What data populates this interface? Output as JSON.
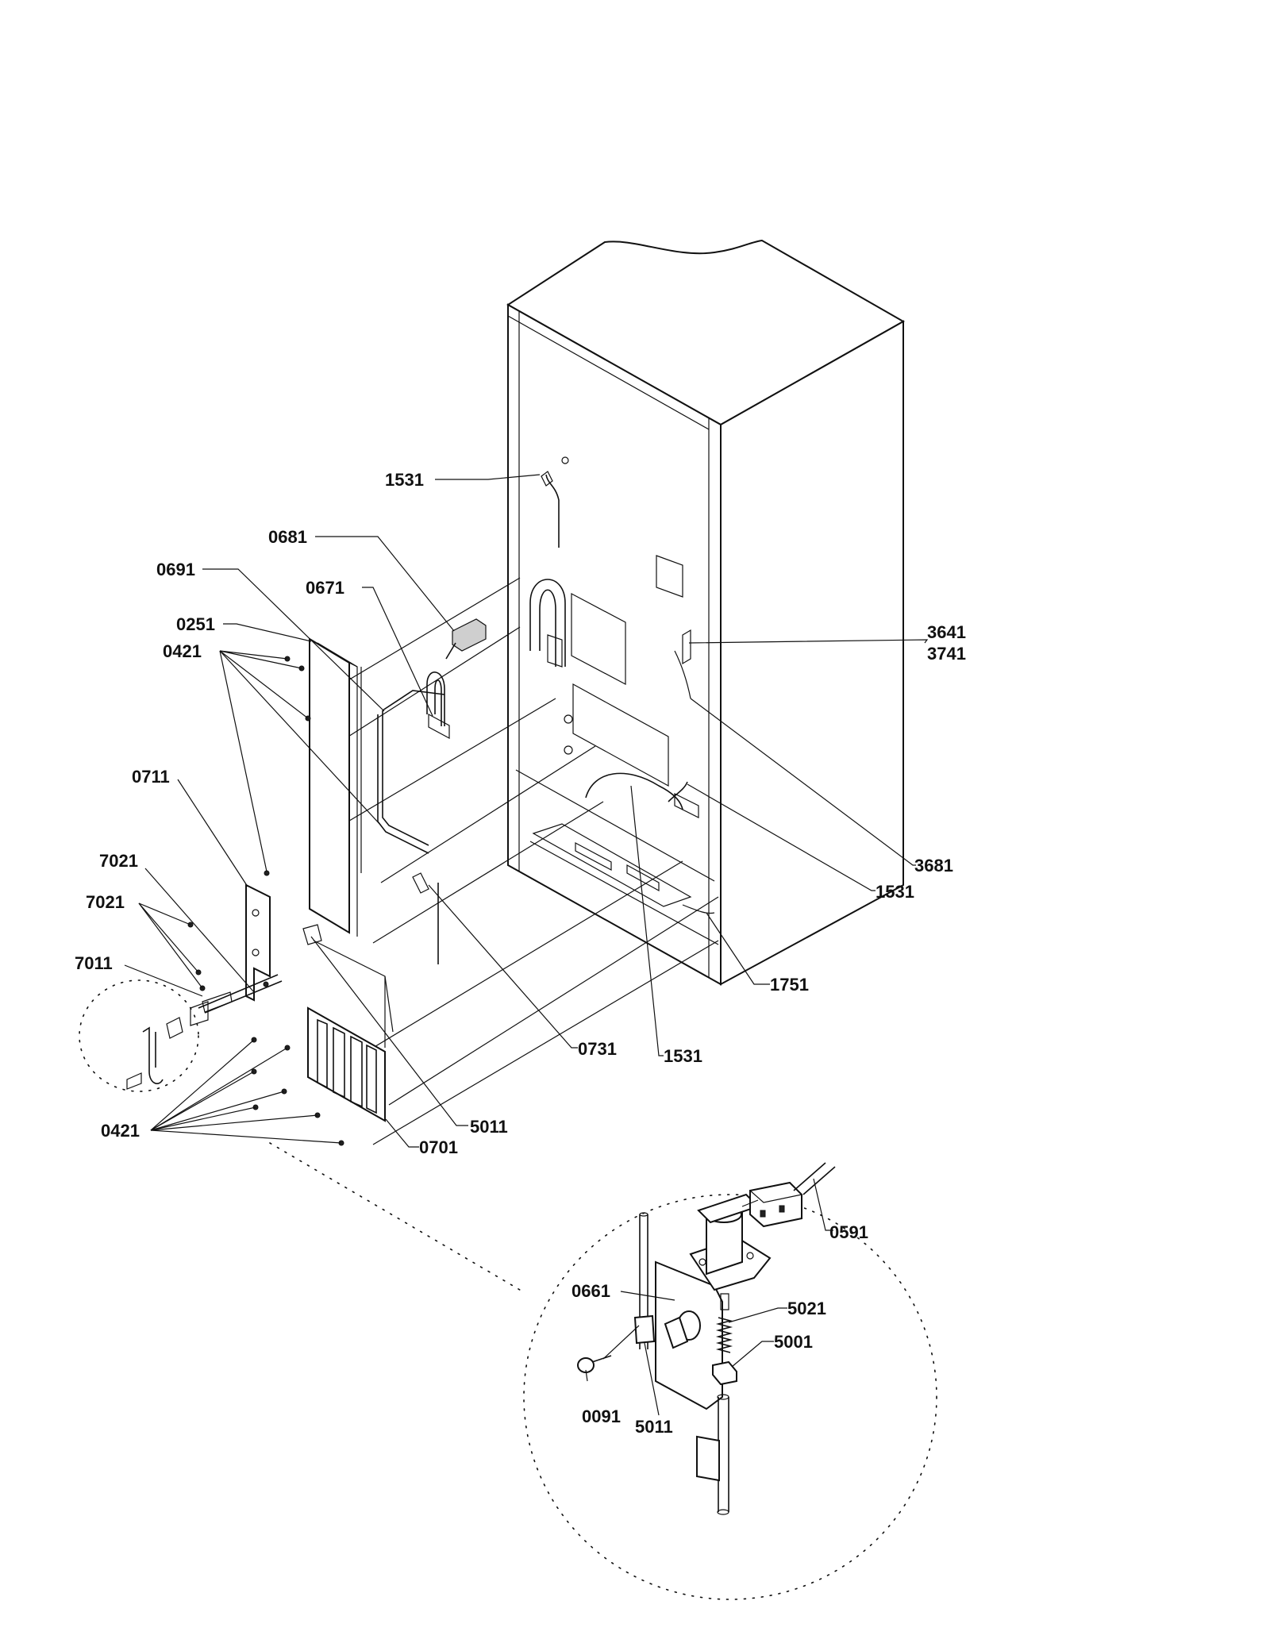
{
  "diagram": {
    "part_labels": {
      "p1531_top": "1531",
      "p0681": "0681",
      "p0691": "0691",
      "p0671": "0671",
      "p0251": "0251",
      "p0421_top": "0421",
      "p0711": "0711",
      "p7021_a": "7021",
      "p7021_b": "7021",
      "p7011": "7011",
      "p0421_bottom": "0421",
      "p3641": "3641",
      "p3741": "3741",
      "p3681": "3681",
      "p1531_right": "1531",
      "p1751": "1751",
      "p0731": "0731",
      "p1531_bottom": "1531",
      "p5011_main": "5011",
      "p0701": "0701",
      "p0591": "0591",
      "p0661": "0661",
      "p5021": "5021",
      "p5001": "5001",
      "p0091": "0091",
      "p5011_detail": "5011"
    }
  }
}
